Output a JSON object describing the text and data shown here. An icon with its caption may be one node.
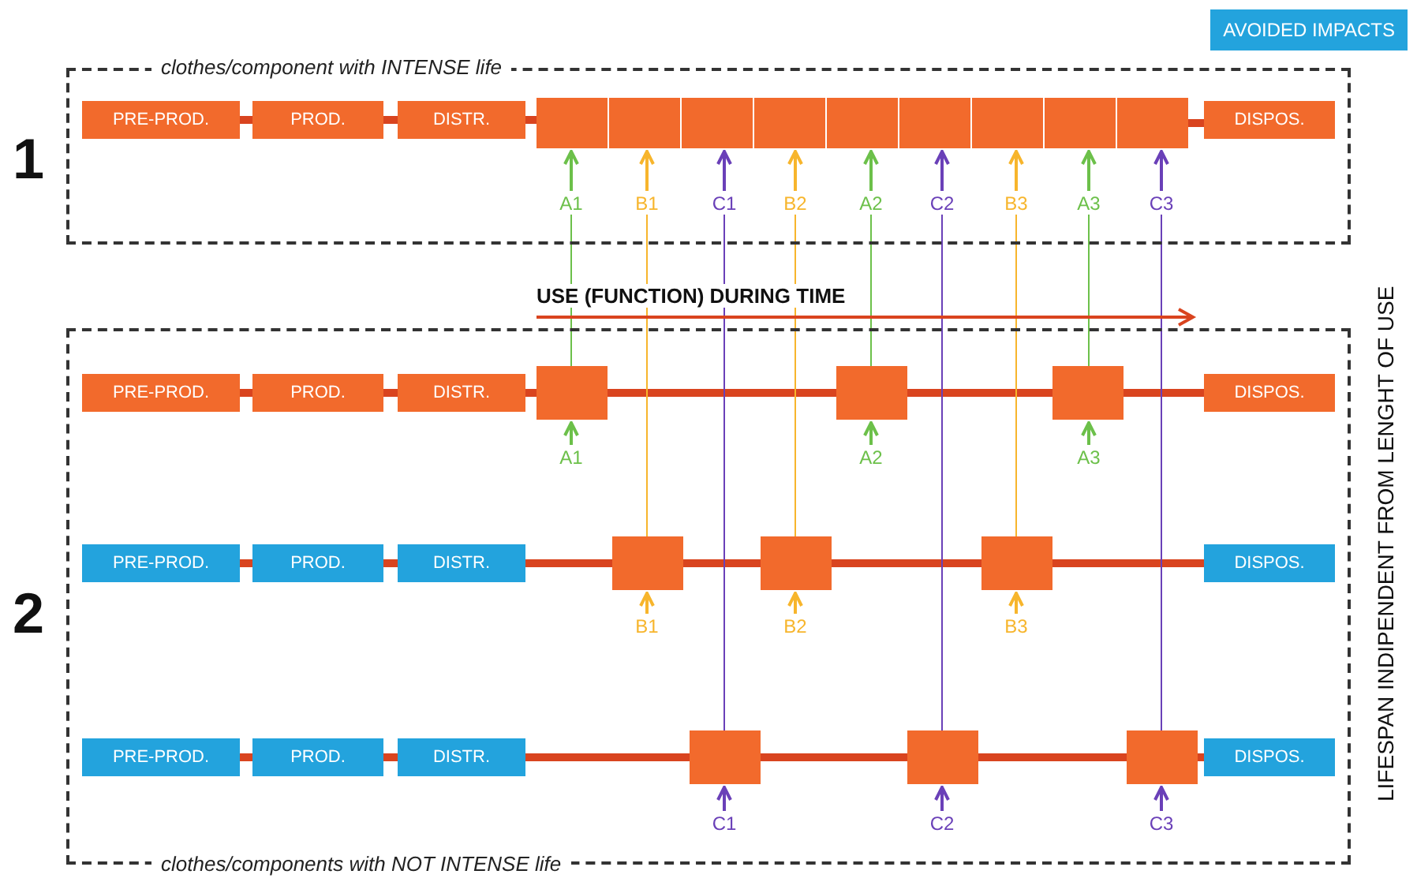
{
  "diagram": {
    "nodes": [
      {
        "text": [
          "clothes/component with INTENSE life"
        ]
      },
      {
        "text": [
          "PRE-PROD."
        ],
        "in": 0
      },
      {
        "text": [
          "PROD."
        ],
        "in": 0
      },
      {
        "text": [
          "DISTR."
        ],
        "in": 0
      },
      {
        "text": [],
        "shape": "box",
        "in": 0
      },
      {
        "text": [],
        "shape": "box",
        "in": 0
      },
      {
        "text": [],
        "shape": "box",
        "in": 0
      },
      {
        "text": [],
        "shape": "box",
        "in": 0
      },
      {
        "text": [],
        "shape": "box",
        "in": 0
      },
      {
        "text": [],
        "shape": "box",
        "in": 0
      },
      {
        "text": [],
        "shape": "box",
        "in": 0
      },
      {
        "text": [],
        "shape": "box",
        "in": 0
      },
      {
        "text": [],
        "shape": "box",
        "in": 0
      },
      {
        "text": [
          "DISPOS."
        ],
        "in": 0
      },
      {
        "text": [
          "A1"
        ],
        "in": 0
      },
      {
        "text": [
          "B1"
        ],
        "in": 0
      },
      {
        "text": [
          "C1"
        ],
        "in": 0
      },
      {
        "text": [
          "B2"
        ],
        "in": 0
      },
      {
        "text": [
          "A2"
        ],
        "in": 0
      },
      {
        "text": [
          "C2"
        ],
        "in": 0
      },
      {
        "text": [
          "B3"
        ],
        "in": 0
      },
      {
        "text": [
          "A3"
        ],
        "in": 0
      },
      {
        "text": [
          "C3"
        ],
        "in": 0
      },
      {
        "text": [
          "clothes/components with NOT INTENSE life"
        ]
      },
      {
        "text": [
          "PRE-PROD."
        ],
        "in": 23
      },
      {
        "text": [
          "PROD."
        ],
        "in": 23
      },
      {
        "text": [
          "DISTR."
        ],
        "in": 23
      },
      {
        "text": [],
        "shape": "box",
        "in": 23
      },
      {
        "text": [],
        "shape": "box",
        "in": 23
      },
      {
        "text": [],
        "shape": "box",
        "in": 23
      },
      {
        "text": [
          "DISPOS."
        ],
        "in": 23
      },
      {
        "text": [
          "A1"
        ],
        "in": 23
      },
      {
        "text": [
          "A2"
        ],
        "in": 23
      },
      {
        "text": [
          "A3"
        ],
        "in": 23
      },
      {
        "text": [
          "PRE-PROD."
        ],
        "in": 23
      },
      {
        "text": [
          "PROD."
        ],
        "in": 23
      },
      {
        "text": [
          "DISTR."
        ],
        "in": 23
      },
      {
        "text": [],
        "shape": "box",
        "in": 23
      },
      {
        "text": [],
        "shape": "box",
        "in": 23
      },
      {
        "text": [],
        "shape": "box",
        "in": 23
      },
      {
        "text": [
          "DISPOS."
        ],
        "in": 23
      },
      {
        "text": [
          "B1"
        ],
        "in": 23
      },
      {
        "text": [
          "B2"
        ],
        "in": 23
      },
      {
        "text": [
          "B3"
        ],
        "in": 23
      },
      {
        "text": [
          "PRE-PROD."
        ],
        "in": 23
      },
      {
        "text": [
          "PROD."
        ],
        "in": 23
      },
      {
        "text": [
          "DISTR."
        ],
        "in": 23
      },
      {
        "text": [],
        "shape": "box",
        "in": 23
      },
      {
        "text": [],
        "shape": "box",
        "in": 23
      },
      {
        "text": [],
        "shape": "box",
        "in": 23
      },
      {
        "text": [
          "DISPOS."
        ],
        "in": 23
      },
      {
        "text": [
          "C1"
        ],
        "in": 23
      },
      {
        "text": [
          "C2"
        ],
        "in": 23
      },
      {
        "text": [
          "C3"
        ],
        "in": 23
      }
    ],
    "edges": [
      {
        "from": 1,
        "to": 2,
        "arrow": "none",
        "style": "thick"
      },
      {
        "from": 2,
        "to": 3,
        "arrow": "none",
        "style": "thick"
      },
      {
        "from": 3,
        "to": 4,
        "arrow": "none",
        "style": "thick"
      },
      {
        "from": 12,
        "to": 13,
        "arrow": "none",
        "style": "thick"
      },
      {
        "from": 24,
        "to": 25,
        "arrow": "none",
        "style": "thick"
      },
      {
        "from": 25,
        "to": 26,
        "arrow": "none",
        "style": "thick"
      },
      {
        "from": 26,
        "to": 27,
        "arrow": "none",
        "style": "thick"
      },
      {
        "from": 27,
        "to": 28,
        "arrow": "none",
        "style": "thick"
      },
      {
        "from": 28,
        "to": 29,
        "arrow": "none",
        "style": "thick"
      },
      {
        "from": 29,
        "to": 30,
        "arrow": "none",
        "style": "thick"
      },
      {
        "from": 34,
        "to": 35,
        "arrow": "none",
        "style": "thick"
      },
      {
        "from": 35,
        "to": 36,
        "arrow": "none",
        "style": "thick"
      },
      {
        "from": 36,
        "to": 37,
        "arrow": "none",
        "style": "thick"
      },
      {
        "from": 37,
        "to": 38,
        "arrow": "none",
        "style": "thick"
      },
      {
        "from": 38,
        "to": 39,
        "arrow": "none",
        "style": "thick"
      },
      {
        "from": 39,
        "to": 40,
        "arrow": "none",
        "style": "thick"
      },
      {
        "from": 44,
        "to": 45,
        "arrow": "none",
        "style": "thick"
      },
      {
        "from": 45,
        "to": 46,
        "arrow": "none",
        "style": "thick"
      },
      {
        "from": 46,
        "to": 47,
        "arrow": "none",
        "style": "thick"
      },
      {
        "from": 47,
        "to": 48,
        "arrow": "none",
        "style": "thick"
      },
      {
        "from": 48,
        "to": 49,
        "arrow": "none",
        "style": "thick"
      },
      {
        "from": 49,
        "to": 50,
        "arrow": "none",
        "style": "thick"
      },
      {
        "from": 14,
        "to": 4,
        "arrow": "to",
        "color": "#6cc04a"
      },
      {
        "from": 15,
        "to": 5,
        "arrow": "to",
        "color": "#f7b52c"
      },
      {
        "from": 16,
        "to": 6,
        "arrow": "to",
        "color": "#6a40b8"
      },
      {
        "from": 17,
        "to": 7,
        "arrow": "to",
        "color": "#f7b52c"
      },
      {
        "from": 18,
        "to": 8,
        "arrow": "to",
        "color": "#6cc04a"
      },
      {
        "from": 19,
        "to": 9,
        "arrow": "to",
        "color": "#6a40b8"
      },
      {
        "from": 20,
        "to": 10,
        "arrow": "to",
        "color": "#f7b52c"
      },
      {
        "from": 21,
        "to": 11,
        "arrow": "to",
        "color": "#6cc04a"
      },
      {
        "from": 22,
        "to": 12,
        "arrow": "to",
        "color": "#6a40b8"
      },
      {
        "from": 31,
        "to": 27,
        "arrow": "to",
        "color": "#6cc04a"
      },
      {
        "from": 32,
        "to": 28,
        "arrow": "to",
        "color": "#6cc04a"
      },
      {
        "from": 33,
        "to": 29,
        "arrow": "to",
        "color": "#6cc04a"
      },
      {
        "from": 41,
        "to": 37,
        "arrow": "to",
        "color": "#f7b52c"
      },
      {
        "from": 42,
        "to": 38,
        "arrow": "to",
        "color": "#f7b52c"
      },
      {
        "from": 43,
        "to": 39,
        "arrow": "to",
        "color": "#f7b52c"
      },
      {
        "from": 51,
        "to": 47,
        "arrow": "to",
        "color": "#6a40b8"
      },
      {
        "from": 52,
        "to": 48,
        "arrow": "to",
        "color": "#6a40b8"
      },
      {
        "from": 53,
        "to": 49,
        "arrow": "to",
        "color": "#6a40b8"
      },
      {
        "from": 14,
        "to": 27,
        "arrow": "none",
        "color": "#6cc04a"
      },
      {
        "from": 18,
        "to": 28,
        "arrow": "none",
        "color": "#6cc04a"
      },
      {
        "from": 21,
        "to": 29,
        "arrow": "none",
        "color": "#6cc04a"
      },
      {
        "from": 15,
        "to": 37,
        "arrow": "none",
        "color": "#f7b52c"
      },
      {
        "from": 17,
        "to": 38,
        "arrow": "none",
        "color": "#f7b52c"
      },
      {
        "from": 20,
        "to": 39,
        "arrow": "none",
        "color": "#f7b52c"
      },
      {
        "from": 16,
        "to": 47,
        "arrow": "none",
        "color": "#6a40b8"
      },
      {
        "from": 19,
        "to": 48,
        "arrow": "none",
        "color": "#6a40b8"
      },
      {
        "from": 22,
        "to": 49,
        "arrow": "none",
        "color": "#6a40b8"
      }
    ],
    "labels": [
      "1",
      "USE (FUNCTION) DURING TIME",
      "2",
      "LIFESPAN INDIPENDENT FROM LENGHT OF USE"
    ],
    "legend": [
      {
        "text": "AVOIDED IMPACTS",
        "color": "#23a3dd"
      }
    ]
  }
}
